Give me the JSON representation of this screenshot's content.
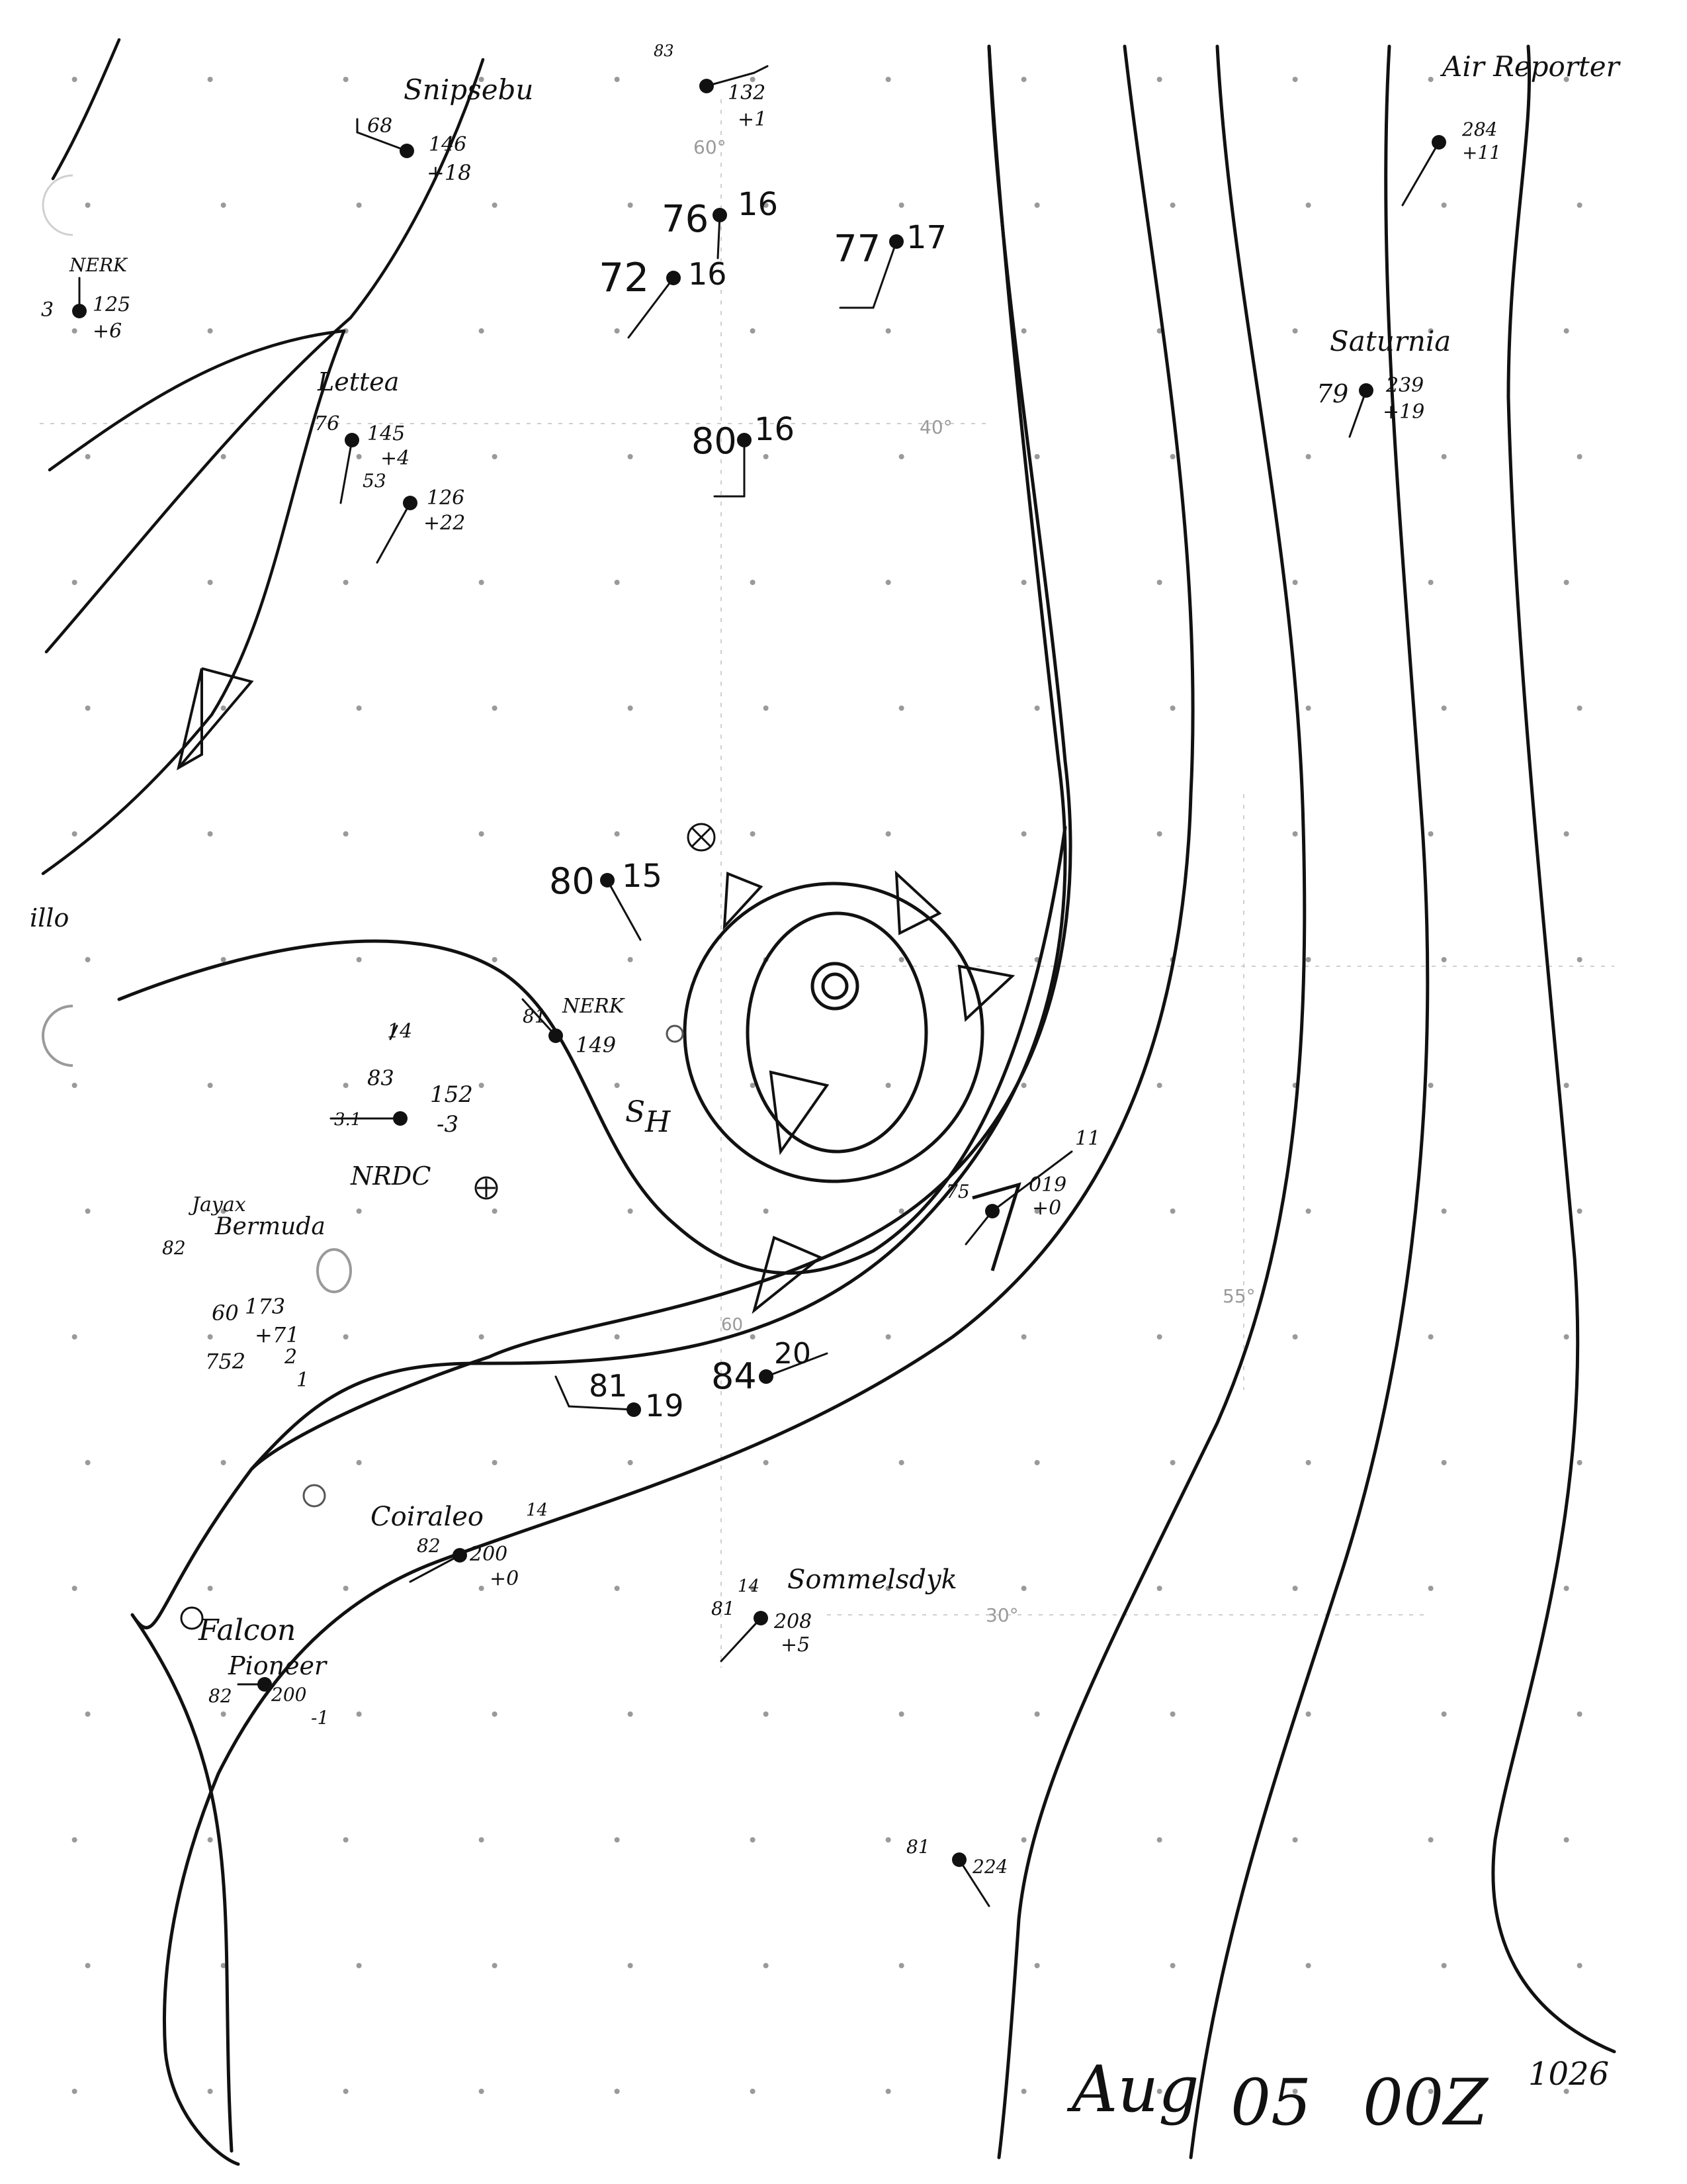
{
  "title": {
    "month": "Aug",
    "day": "05",
    "time": "00Z",
    "corner": "1026"
  },
  "grid_labels": [
    {
      "text": "60°"
    },
    {
      "text": "40°"
    },
    {
      "text": "55°"
    },
    {
      "text": "30°"
    },
    {
      "text": "60"
    }
  ],
  "ships": {
    "snipsebo": {
      "name": "Snipsebu",
      "pressure": "146",
      "tendency": "+18",
      "temp": "68"
    },
    "top_center": {
      "pressure": "132",
      "tendency": "+1",
      "temp": "83"
    },
    "nerk_top": {
      "name": "NERK",
      "pressure": "125",
      "tendency": "+6",
      "temp": "3"
    },
    "lettea": {
      "name": "Lettea",
      "temp": "76",
      "pressure": "145",
      "tendency": "+4",
      "dew": "53",
      "pressure2": "126",
      "tendency2": "+22"
    },
    "air_reporter": {
      "name": "Air Reporter",
      "pressure": "284",
      "tendency": "+11"
    },
    "saturnia": {
      "name": "Saturnia",
      "temp": "79",
      "pressure": "239",
      "tendency": "+19"
    },
    "obs_76_16": {
      "temp": "76",
      "dew": "16"
    },
    "obs_72_16": {
      "temp": "72",
      "dew": "16"
    },
    "obs_77_17": {
      "temp": "77",
      "dew": "17"
    },
    "obs_80_16": {
      "temp": "80",
      "dew": "16"
    },
    "obs_80_15": {
      "temp": "80",
      "dew": "15"
    },
    "nerk_mid": {
      "name": "NERK",
      "pressure": "149",
      "temp": "81"
    },
    "nrdc": {
      "name": "NRDC",
      "upper": "14",
      "temp": "83",
      "pressure": "152",
      "tendency": "-3",
      "left": "3.1"
    },
    "bermuda": {
      "name": "Bermuda",
      "upper": "Jayax",
      "temp": "82",
      "pressure": "173",
      "tendency": "+71",
      "dew": "60",
      "lower1": "752",
      "lower2": "2",
      "lower3": "1"
    },
    "obs_75": {
      "temp": "75",
      "pressure": "019",
      "tendency": "+0",
      "wind": "11"
    },
    "obs_84_20": {
      "temp": "84",
      "dew": "20"
    },
    "obs_81_19": {
      "temp": "81",
      "dew": "19"
    },
    "coiraleo": {
      "name": "Coiraleo",
      "speed": "14",
      "temp": "82",
      "pressure": "200",
      "tendency": "+0"
    },
    "sommelsdyk": {
      "name": "Sommelsdyk",
      "speed": "14",
      "temp": "81",
      "pressure": "208",
      "tendency": "+5"
    },
    "falcon": {
      "name": "Falcon",
      "sub": "Pioneer",
      "temp": "82",
      "pressure": "200",
      "tendency": "-1"
    },
    "obs_81_224": {
      "temp": "81",
      "pressure": "224"
    }
  },
  "center": {
    "marker": "H",
    "label": "S"
  },
  "misc": {
    "left_edge": "illo"
  },
  "colors": {
    "ink": "#111111",
    "grid": "#9a9a9a",
    "paper": "#ffffff"
  }
}
